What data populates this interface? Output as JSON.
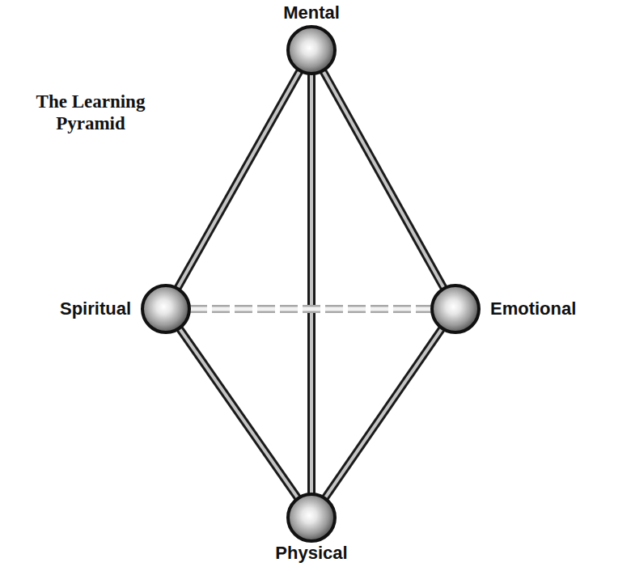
{
  "diagram": {
    "title": "The Learning Pyramid",
    "nodes": [
      {
        "text": [
          "Mental"
        ]
      },
      {
        "text": [
          "Spiritual"
        ]
      },
      {
        "text": [
          "Emotional"
        ]
      },
      {
        "text": [
          "Physical"
        ]
      }
    ],
    "edges": [
      {
        "from": 0,
        "to": 1,
        "arrow": "none"
      },
      {
        "from": 0,
        "to": 2,
        "arrow": "none"
      },
      {
        "from": 0,
        "to": 3,
        "arrow": "none"
      },
      {
        "from": 1,
        "to": 2,
        "arrow": "none"
      },
      {
        "from": 1,
        "to": 3,
        "arrow": "none"
      },
      {
        "from": 2,
        "to": 3,
        "arrow": "none"
      }
    ]
  }
}
